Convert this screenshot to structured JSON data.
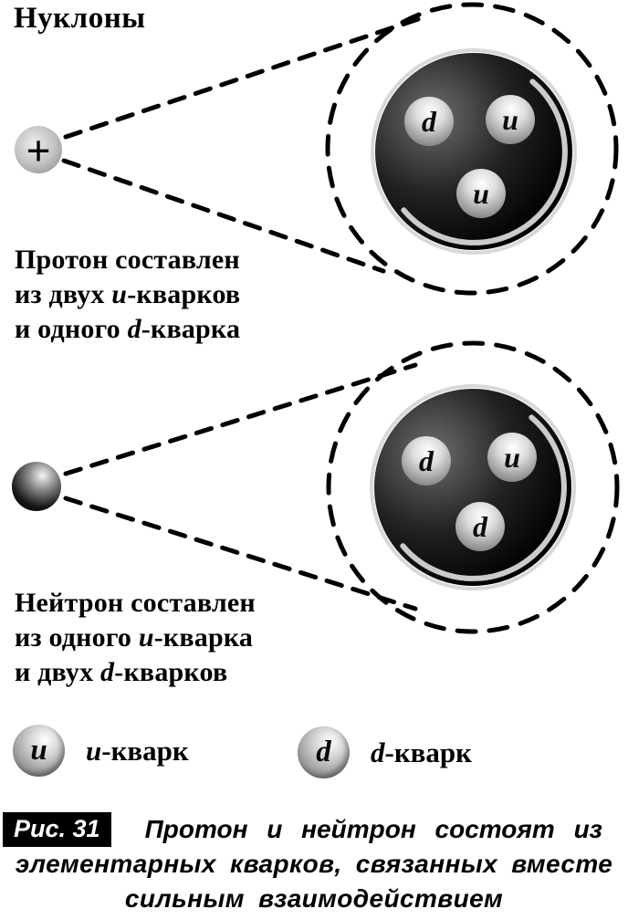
{
  "title": "Нуклоны",
  "proton": {
    "charge_symbol": "+",
    "quarks": [
      "d",
      "u",
      "u"
    ],
    "caption_lines": [
      {
        "pre": "Протон составлен",
        "em": "",
        "post": ""
      },
      {
        "pre": "из двух ",
        "em": "u",
        "post": "-кварков"
      },
      {
        "pre": "и одного ",
        "em": "d",
        "post": "-кварка"
      }
    ]
  },
  "neutron": {
    "quarks": [
      "d",
      "u",
      "d"
    ],
    "caption_lines": [
      {
        "pre": "Нейтрон составлен",
        "em": "",
        "post": ""
      },
      {
        "pre": "из одного ",
        "em": "u",
        "post": "-кварка"
      },
      {
        "pre": "и двух ",
        "em": "d",
        "post": "-кварков"
      }
    ]
  },
  "legend": {
    "items": [
      {
        "symbol": "u",
        "label_em": "u",
        "label_post": "-кварк"
      },
      {
        "symbol": "d",
        "label_em": "d",
        "label_post": "-кварк"
      }
    ]
  },
  "figure_caption": {
    "badge": "Рис. 31",
    "line1": "Протон и нейтрон состоят из",
    "line2": "элементарных кварков, связанных вместе",
    "line3": "сильным взаимодействием"
  },
  "colors": {
    "ink": "#000000",
    "paper": "#ffffff",
    "badge_bg": "#000000",
    "badge_text": "#ffffff"
  }
}
